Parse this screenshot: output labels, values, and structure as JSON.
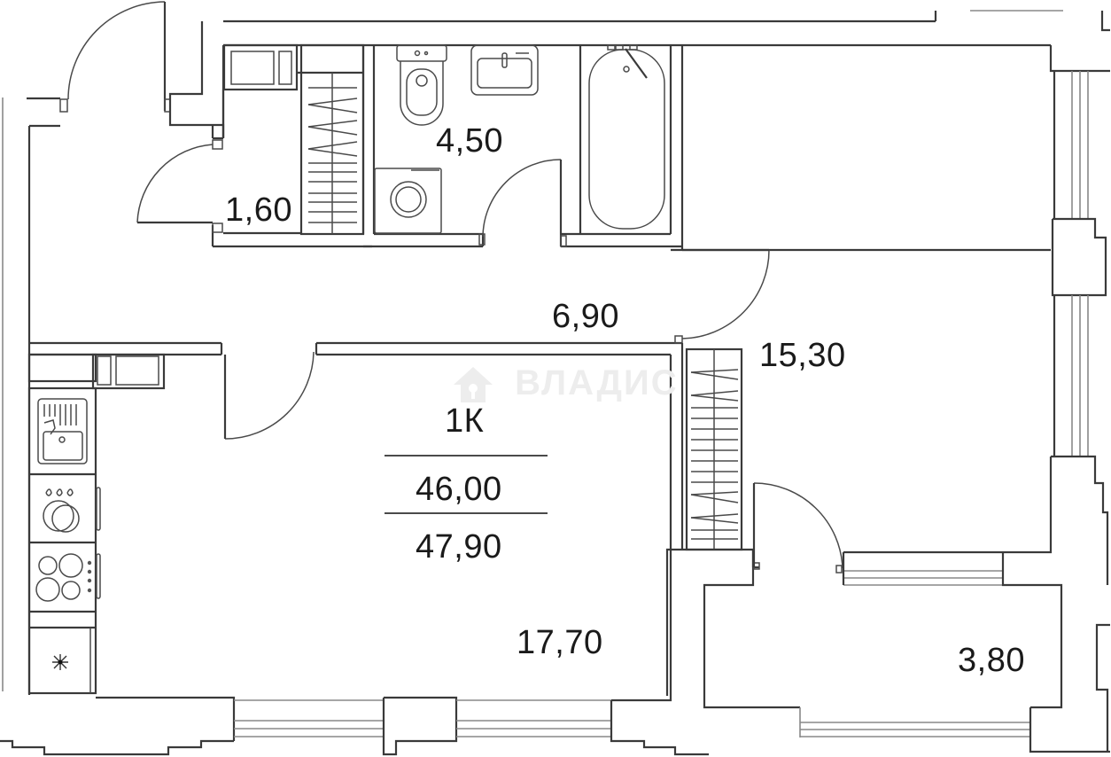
{
  "plan": {
    "apartment_type": "1К",
    "total_area": "46,00",
    "total_area_with_balcony": "47,90",
    "watermark": "ВЛАДИС",
    "rooms": [
      {
        "id": "storage",
        "area": "1,60"
      },
      {
        "id": "bathroom",
        "area": "4,50"
      },
      {
        "id": "hallway",
        "area": "6,90"
      },
      {
        "id": "bedroom",
        "area": "15,30"
      },
      {
        "id": "kitchen-living",
        "area": "17,70"
      },
      {
        "id": "balcony",
        "area": "3,80"
      }
    ],
    "icons": [
      "toilet-icon",
      "washbasin-icon",
      "bathtub-icon",
      "washing-machine-icon",
      "kitchen-sink-icon",
      "dishwasher-icon",
      "cooktop-icon",
      "fridge-icon",
      "wardrobe-icon",
      "door-icon",
      "window-icon",
      "home-key-logo-icon"
    ],
    "colors": {
      "line": "#3a3a3a",
      "background": "#ffffff",
      "watermark": "#ededed"
    }
  }
}
